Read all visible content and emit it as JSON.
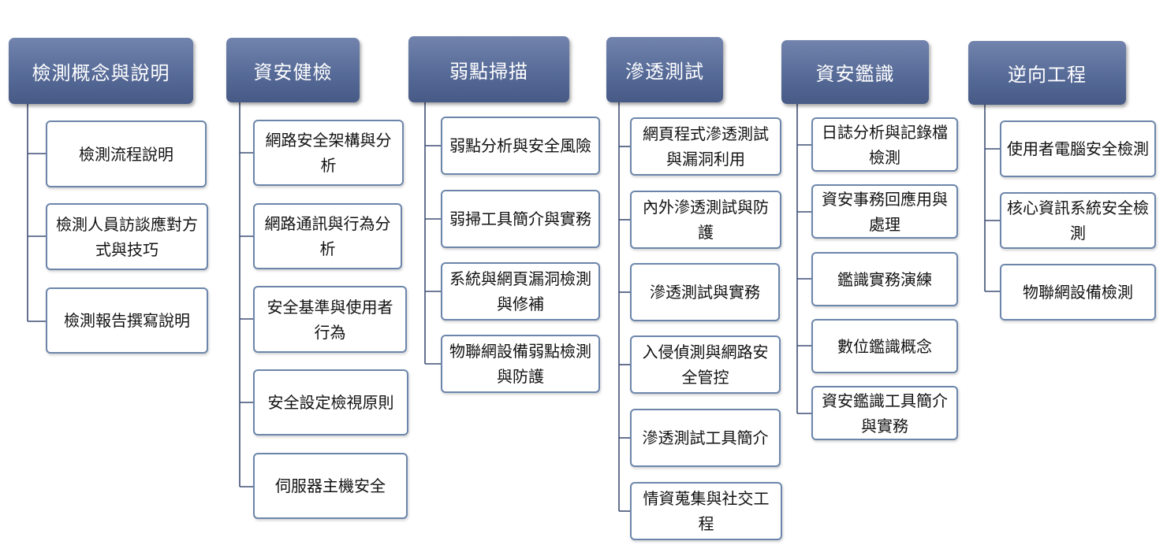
{
  "columns": [
    {
      "title": "檢測概念與說明",
      "items": [
        "檢測流程說明",
        "檢測人員訪談應對方式與技巧",
        "檢測報告撰寫說明"
      ]
    },
    {
      "title": "資安健檢",
      "items": [
        "網路安全架構與分析",
        "網路通訊與行為分析",
        "安全基準與使用者行為",
        "安全設定檢視原則",
        "伺服器主機安全"
      ]
    },
    {
      "title": "弱點掃描",
      "items": [
        "弱點分析與安全風險",
        "弱掃工具簡介與實務",
        "系統與網頁漏洞檢測與修補",
        "物聯網設備弱點檢測與防護"
      ]
    },
    {
      "title": "滲透測試",
      "items": [
        "網頁程式滲透測試與漏洞利用",
        "內外滲透測試與防護",
        "滲透測試與實務",
        "入侵偵測與網路安全管控",
        "滲透測試工具簡介",
        "情資蒐集與社交工程"
      ]
    },
    {
      "title": "資安鑑識",
      "items": [
        "日誌分析與記錄檔檢測",
        "資安事務回應用與處理",
        "鑑識實務演練",
        "數位鑑識概念",
        "資安鑑識工具簡介與實務"
      ]
    },
    {
      "title": "逆向工程",
      "items": [
        "使用者電腦安全檢測",
        "核心資訊系統安全檢測",
        "物聯網設備檢測"
      ]
    }
  ],
  "colors": {
    "header_fill": "#576b98",
    "item_border": "#6c86ab",
    "connector": "#3f4f75"
  }
}
